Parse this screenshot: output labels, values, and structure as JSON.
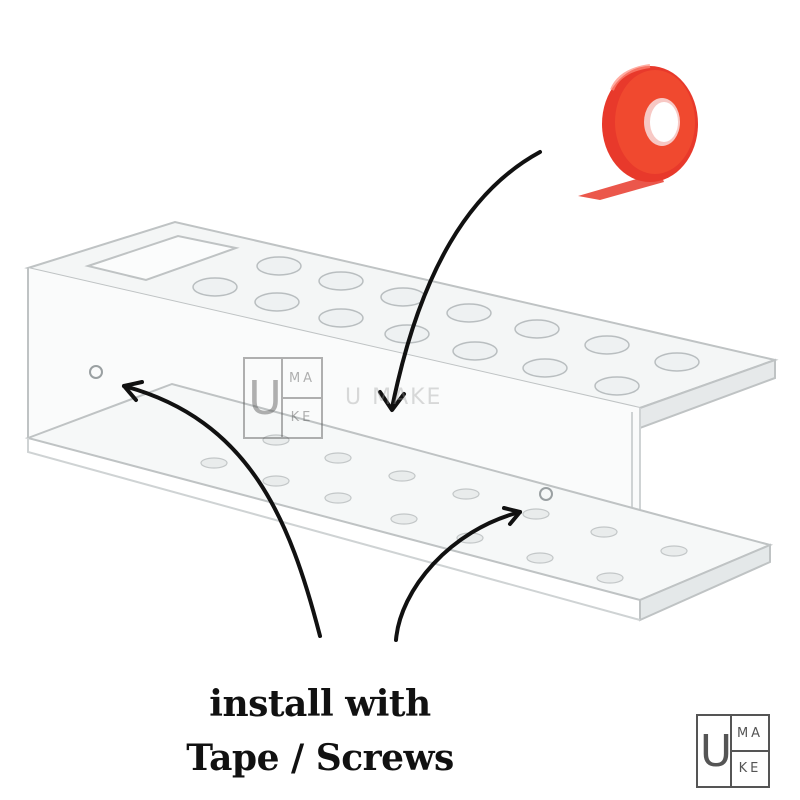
{
  "caption": {
    "line1": "install with",
    "line2": "Tape / Screws"
  },
  "logo": {
    "big_letter": "U",
    "top_letters": "MA",
    "bottom_letters": "KE"
  },
  "watermark_text": "U MAKE",
  "colors": {
    "tape": "#e8392b",
    "tape_light": "#ff6b55",
    "acrylic_edge": "#bfc3c4",
    "arrow": "#111111"
  },
  "icons": [
    "tape-roll-icon",
    "acrylic-rack-icon",
    "arrow-icon"
  ]
}
